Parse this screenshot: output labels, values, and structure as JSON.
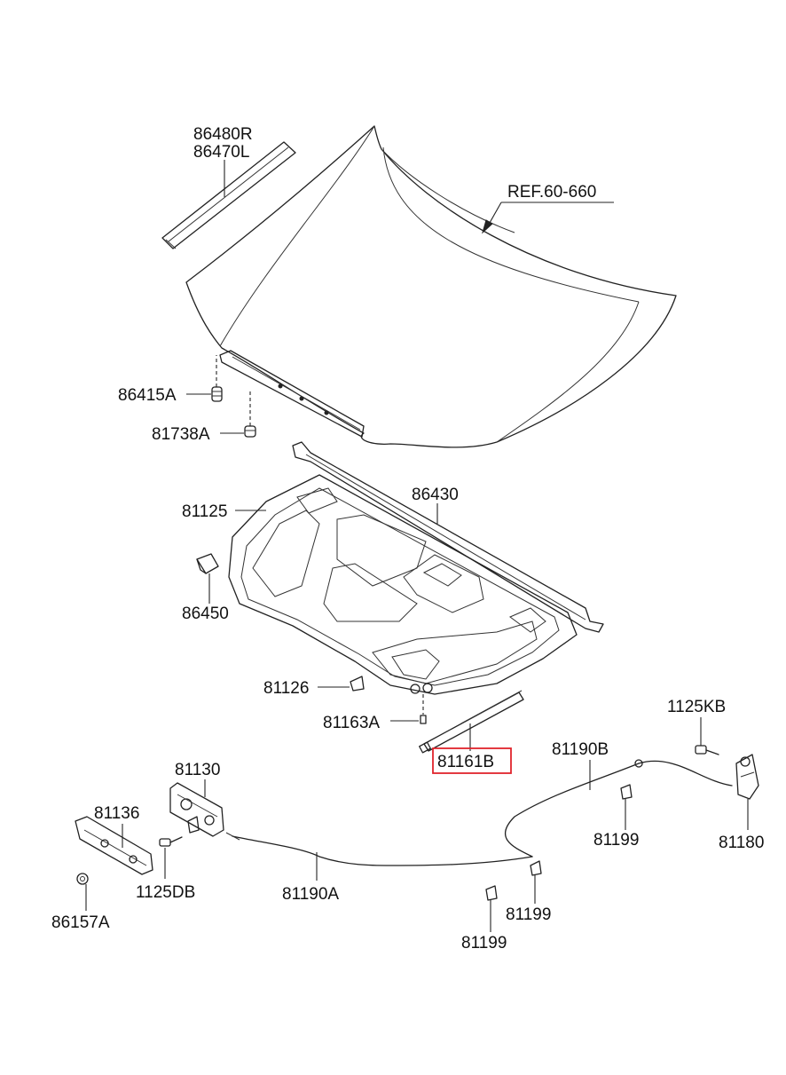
{
  "highlight_color": "#e0242c",
  "highlighted_part": "81161B",
  "labels": {
    "p86480R": "86480R",
    "p86470L": "86470L",
    "ref": "REF.60-660",
    "p86415A": "86415A",
    "p81738A": "81738A",
    "p86430": "86430",
    "p81125": "81125",
    "p86450": "86450",
    "p81126": "81126",
    "p81163A": "81163A",
    "p81161B": "81161B",
    "p1125KB": "1125KB",
    "p81190B": "81190B",
    "p81130": "81130",
    "p81136": "81136",
    "p1125DB": "1125DB",
    "p86157A": "86157A",
    "p81190A": "81190A",
    "p81199a": "81199",
    "p81199b": "81199",
    "p81199c": "81199",
    "p81180": "81180"
  }
}
